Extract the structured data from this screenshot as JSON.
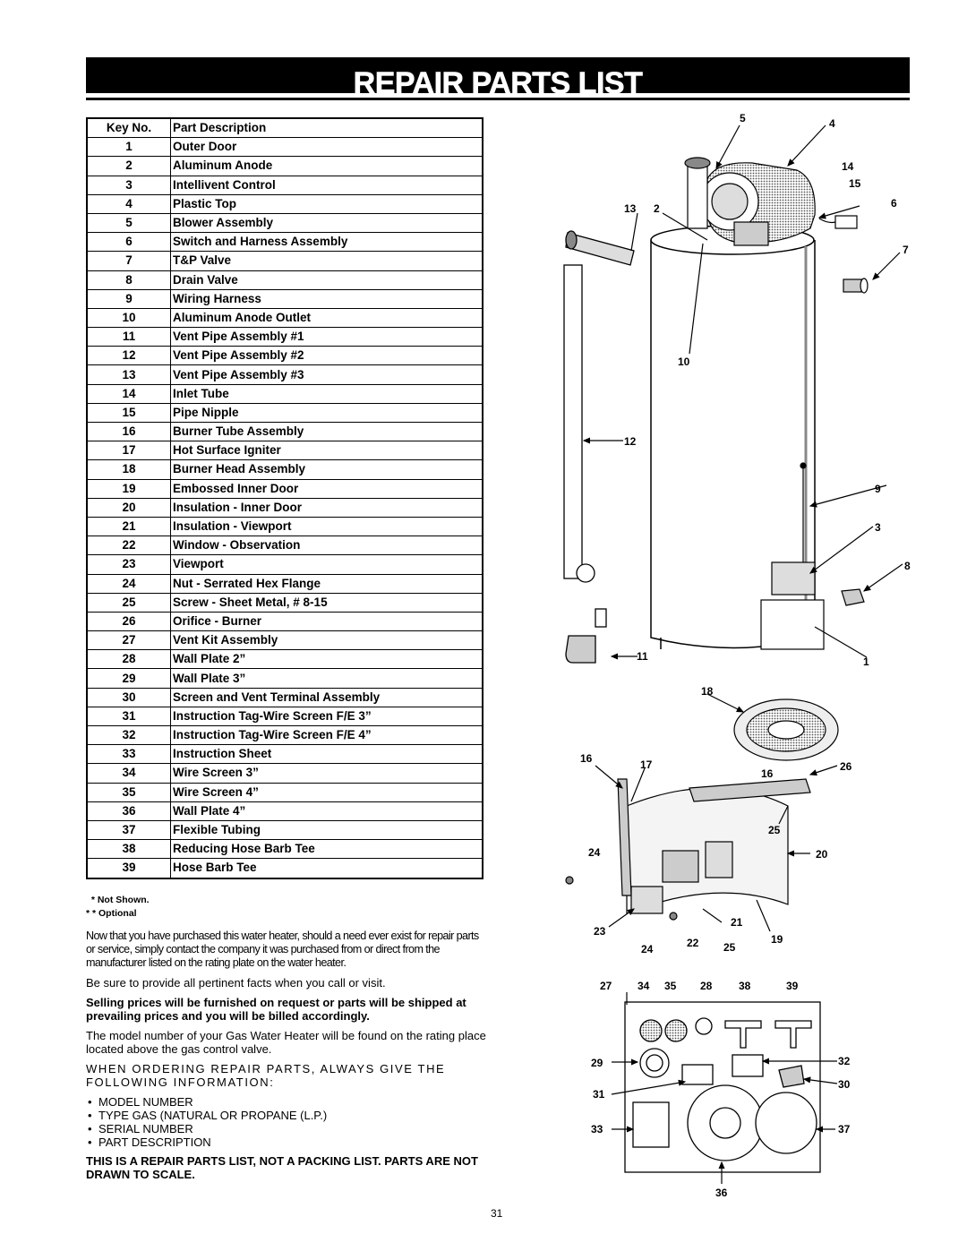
{
  "header": {
    "title": "REPAIR PARTS LIST"
  },
  "table": {
    "col_key": "Key No.",
    "col_desc": "Part Description",
    "rows": [
      [
        "1",
        "Outer Door"
      ],
      [
        "2",
        "Aluminum Anode"
      ],
      [
        "3",
        "Intellivent Control"
      ],
      [
        "4",
        "Plastic Top"
      ],
      [
        "5",
        "Blower Assembly"
      ],
      [
        "6",
        "Switch and Harness Assembly"
      ],
      [
        "7",
        "T&P Valve"
      ],
      [
        "8",
        "Drain Valve"
      ],
      [
        "9",
        "Wiring Harness"
      ],
      [
        "10",
        "Aluminum Anode Outlet"
      ],
      [
        "11",
        "Vent Pipe Assembly #1"
      ],
      [
        "12",
        "Vent Pipe Assembly #2"
      ],
      [
        "13",
        "Vent Pipe Assembly #3"
      ],
      [
        "14",
        "Inlet Tube"
      ],
      [
        "15",
        "Pipe Nipple"
      ],
      [
        "16",
        "Burner Tube Assembly"
      ],
      [
        "17",
        "Hot Surface Igniter"
      ],
      [
        "18",
        "Burner Head Assembly"
      ],
      [
        "19",
        "Embossed Inner Door"
      ],
      [
        "20",
        "Insulation - Inner Door"
      ],
      [
        "21",
        "Insulation - Viewport"
      ],
      [
        "22",
        "Window - Observation"
      ],
      [
        "23",
        "Viewport"
      ],
      [
        "24",
        "Nut - Serrated Hex Flange"
      ],
      [
        "25",
        "Screw - Sheet Metal, # 8-15"
      ],
      [
        "26",
        "Orifice - Burner"
      ],
      [
        "27",
        "Vent Kit Assembly"
      ],
      [
        "28",
        "Wall Plate 2”"
      ],
      [
        "29",
        "Wall Plate 3”"
      ],
      [
        "30",
        "Screen and Vent Terminal Assembly"
      ],
      [
        "31",
        "Instruction Tag-Wire Screen F/E 3”"
      ],
      [
        "32",
        "Instruction Tag-Wire Screen F/E 4”"
      ],
      [
        "33",
        "Instruction Sheet"
      ],
      [
        "34",
        "Wire Screen 3”"
      ],
      [
        "35",
        "Wire Screen 4”"
      ],
      [
        "36",
        "Wall Plate 4”"
      ],
      [
        "37",
        "Flexible Tubing"
      ],
      [
        "38",
        "Reducing Hose Barb Tee"
      ],
      [
        "39",
        "Hose Barb Tee"
      ]
    ]
  },
  "notes": {
    "not_shown": "  * Not Shown.",
    "optional": "* * Optional"
  },
  "body": {
    "p1": "Now that you have purchased this water heater, should a need ever exist for repair parts or service, simply contact the company it was purchased from or direct from the manufacturer listed on the rating plate on the water heater.",
    "p2": "Be sure to provide all pertinent facts when you call or visit.",
    "p3": "Selling prices will be furnished on request or parts will be shipped at prevailing prices and you will be billed accordingly.",
    "p4": "The model number of your Gas Water Heater will be found on the rating place located above the gas control valve.",
    "p5": "WHEN ORDERING REPAIR PARTS, ALWAYS GIVE THE FOLLOWING INFORMATION:",
    "bullets": [
      "MODEL NUMBER",
      "TYPE GAS (NATURAL OR PROPANE (L.P.)",
      "SERIAL NUMBER",
      "PART DESCRIPTION"
    ],
    "p6": "THIS IS A REPAIR PARTS LIST, NOT A PACKING LIST. PARTS ARE NOT DRAWN TO SCALE."
  },
  "page_number": "31",
  "callouts": {
    "c5": "5",
    "c4": "4",
    "c14": "14",
    "c15": "15",
    "c13": "13",
    "c2": "2",
    "c6": "6",
    "c7": "7",
    "c10": "10",
    "c12": "12",
    "c9": "9",
    "c3": "3",
    "c8": "8",
    "c11": "11",
    "c1": "1",
    "c18": "18",
    "c16a": "16",
    "c17": "17",
    "c16b": "16",
    "c26": "26",
    "c25": "25",
    "c24a": "24",
    "c20": "20",
    "c21": "21",
    "c23": "23",
    "c22": "22",
    "c19": "19",
    "c24b": "24",
    "c25b": "25",
    "c27": "27",
    "c34": "34",
    "c35": "35",
    "c28": "28",
    "c38": "38",
    "c39": "39",
    "c29": "29",
    "c32": "32",
    "c30": "30",
    "c31": "31",
    "c33": "33",
    "c37": "37",
    "c36": "36"
  }
}
